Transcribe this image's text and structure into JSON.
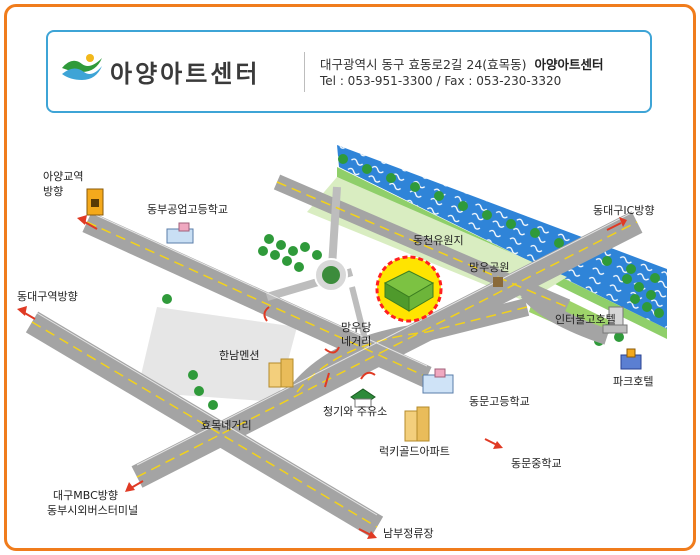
{
  "header": {
    "logo_text": "아양아트센터",
    "address": "대구광역시 동구 효동로2길 24(효목동)",
    "address_name": "아양아트센터",
    "contact": "Tel : 053-951-3300 / Fax : 053-230-3320"
  },
  "labels": {
    "ayang_station_line1": "아양교역",
    "ayang_station_line2": "방향",
    "dongbu_tech_hs": "동부공업고등학교",
    "dongdaegu_station": "동대구역방향",
    "dongcheon_kinder": "동천유원지",
    "mangu_park": "망우공원",
    "dongdaegu_ic": "동대구IC방향",
    "interbulgo_hotel": "인터불고호텔",
    "park_hotel": "파크호텔",
    "hannam_mansion": "한남멘션",
    "mangudang_line1": "망우당",
    "mangudang_line2": "네거리",
    "dongmun_hs": "동문고등학교",
    "cheonggi_gas": "청기와 주유소",
    "hyomok_junction": "효목네거리",
    "lucky_gold_apt": "럭키골드아파트",
    "dongmun_ms": "동문중학교",
    "mbc_line1": "대구MBC방향",
    "mbc_line2": "동부시외버스터미널",
    "nambu_stop": "남부정류장"
  },
  "colors": {
    "frame": "#f07c1c",
    "header_border": "#3ea4d6",
    "road": "#a4a4a4",
    "road_center": "#f2d21b",
    "river": "#2f84d8",
    "arrow": "#e03a24",
    "target_ring": "#ff2020",
    "target_fill": "#ffe400"
  }
}
